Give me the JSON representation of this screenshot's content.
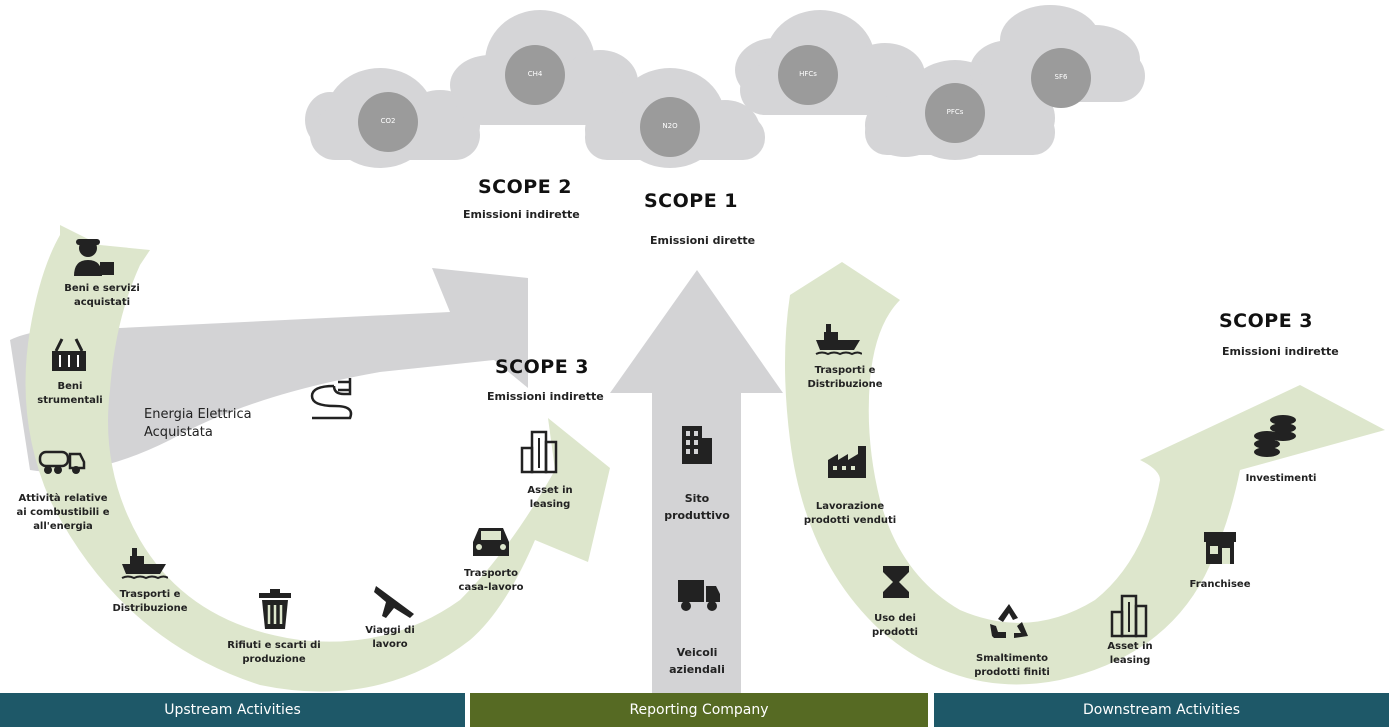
{
  "gases": [
    "CO2",
    "CH4",
    "N2O",
    "HFCs",
    "PFCs",
    "SF6"
  ],
  "scopes": {
    "scope2": {
      "title": "SCOPE 2",
      "subtitle": "Emissioni indirette"
    },
    "scope1": {
      "title": "SCOPE 1",
      "subtitle": "Emissioni dirette"
    },
    "scope3_up": {
      "title": "SCOPE 3",
      "subtitle": "Emissioni indirette"
    },
    "scope3_down": {
      "title": "SCOPE 3",
      "subtitle": "Emissioni indirette"
    }
  },
  "energy_label": "Energia Elettrica\nAcquistata",
  "upstream": [
    {
      "label": "Beni e servizi\nacquistati",
      "icon": "worker-icon"
    },
    {
      "label": "Beni\nstrumentali",
      "icon": "basket-icon"
    },
    {
      "label": "Attività relative\nai combustibili e\nall'energia",
      "icon": "tanker-truck-icon"
    },
    {
      "label": "Trasporti e\nDistribuzione",
      "icon": "ship-icon"
    },
    {
      "label": "Rifiuti e scarti di\nproduzione",
      "icon": "trash-icon"
    },
    {
      "label": "Viaggi di\nlavoro",
      "icon": "plane-icon"
    },
    {
      "label": "Trasporto\ncasa-lavoro",
      "icon": "car-icon"
    },
    {
      "label": "Asset in\nleasing",
      "icon": "buildings-icon"
    }
  ],
  "company": [
    {
      "label": "Sito\nproduttivo",
      "icon": "office-building-icon"
    },
    {
      "label": "Veicoli\naziendali",
      "icon": "truck-icon"
    }
  ],
  "downstream": [
    {
      "label": "Trasporti e\nDistribuzione",
      "icon": "ship-icon"
    },
    {
      "label": "Lavorazione\nprodotti venduti",
      "icon": "factory-icon"
    },
    {
      "label": "Uso dei\nprodotti",
      "icon": "product-icon"
    },
    {
      "label": "Smaltimento\nprodotti finiti",
      "icon": "recycle-icon"
    },
    {
      "label": "Asset in\nleasing",
      "icon": "buildings-icon"
    },
    {
      "label": "Franchisee",
      "icon": "shop-icon"
    },
    {
      "label": "Investimenti",
      "icon": "coins-icon"
    }
  ],
  "bars": [
    {
      "label": "Upstream Activities",
      "color": "#1e5868"
    },
    {
      "label": "Reporting Company",
      "color": "#566a23"
    },
    {
      "label": "Downstream Activities",
      "color": "#1e5868"
    }
  ],
  "colors": {
    "cloud": "#d5d5d7",
    "gas_circle": "#9b9b9b",
    "green_arrow": "#dde6cc",
    "grey_arrow": "#d3d3d5"
  }
}
